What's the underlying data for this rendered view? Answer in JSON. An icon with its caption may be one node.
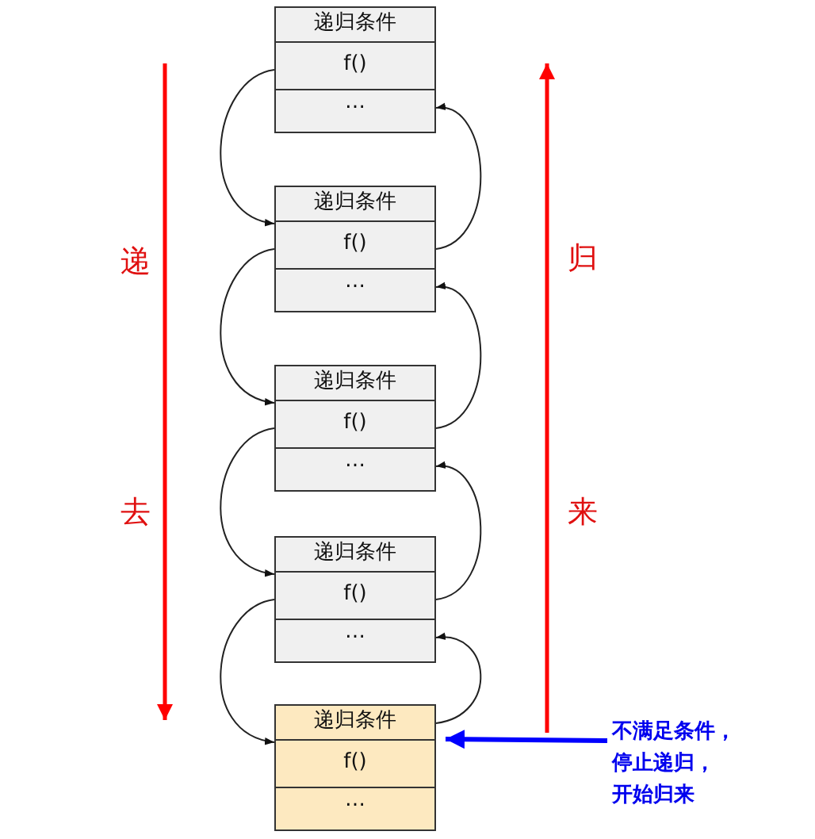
{
  "diagram": {
    "nodes": [
      {
        "text": [
          "递归条件",
          "f()",
          "…"
        ]
      },
      {
        "text": [
          "递归条件",
          "f()",
          "…"
        ]
      },
      {
        "text": [
          "递归条件",
          "f()",
          "…"
        ]
      },
      {
        "text": [
          "递归条件",
          "f()",
          "…"
        ]
      },
      {
        "text": [
          "递归条件",
          "f()",
          "…"
        ]
      },
      {
        "text": [
          "不满足条件，停止递归，开始归来"
        ]
      }
    ],
    "edges": [
      {
        "from": 0,
        "to": 1,
        "arrow": "to"
      },
      {
        "from": 1,
        "to": 2,
        "arrow": "to"
      },
      {
        "from": 2,
        "to": 3,
        "arrow": "to"
      },
      {
        "from": 3,
        "to": 4,
        "arrow": "to"
      },
      {
        "from": 4,
        "to": 3,
        "arrow": "to"
      },
      {
        "from": 3,
        "to": 2,
        "arrow": "to"
      },
      {
        "from": 2,
        "to": 1,
        "arrow": "to"
      },
      {
        "from": 1,
        "to": 0,
        "arrow": "to"
      },
      {
        "from": 5,
        "to": 4,
        "arrow": "to",
        "color": "#0000ff",
        "style": "thick"
      }
    ],
    "labels": [
      "递",
      "去",
      "归",
      "来"
    ]
  }
}
